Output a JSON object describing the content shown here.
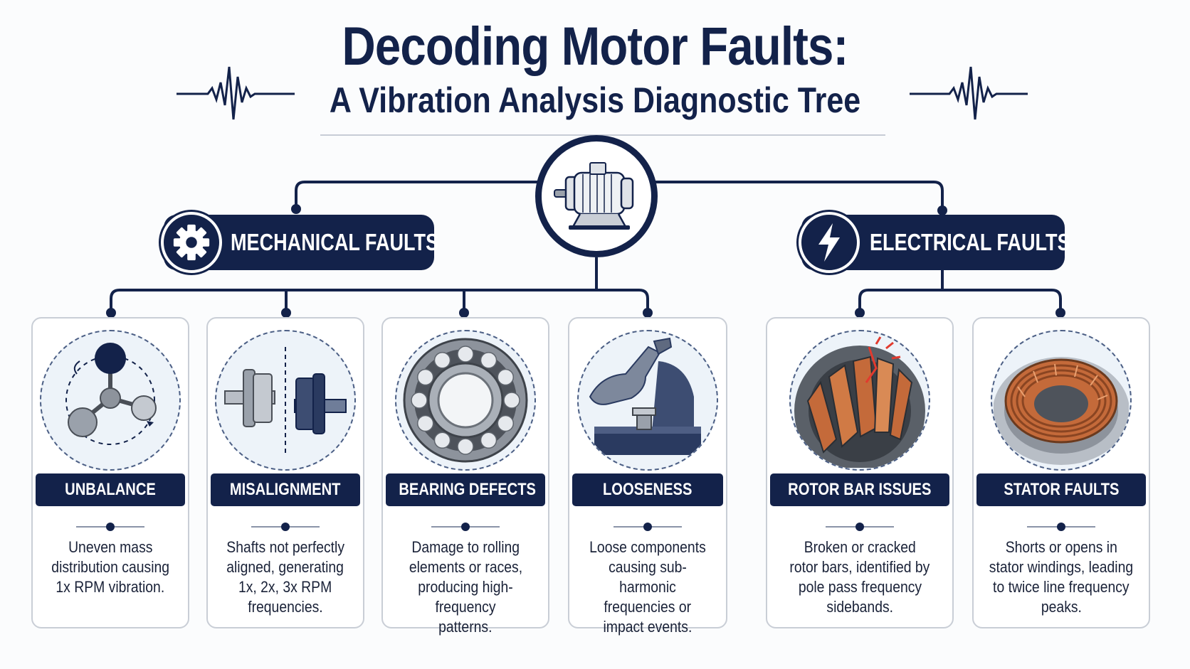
{
  "header": {
    "title": "Decoding Motor Faults:",
    "subtitle": "A Vibration Analysis Diagnostic Tree"
  },
  "colors": {
    "navy": "#13224a",
    "copper": "#c46a3a",
    "steel": "#9aa1ab"
  },
  "hub": {
    "icon": "electric-motor-icon"
  },
  "branches": {
    "mechanical": {
      "label": "MECHANICAL FAULTS",
      "icon": "gear-icon"
    },
    "electrical": {
      "label": "ELECTRICAL FAULTS",
      "icon": "lightning-bolt-icon"
    }
  },
  "cards": [
    {
      "label": "UNBALANCE",
      "icon": "unbalanced-mass-icon",
      "desc": [
        "Uneven mass",
        "distribution causing",
        "1x RPM vibration."
      ]
    },
    {
      "label": "MISALIGNMENT",
      "icon": "shaft-coupling-icon",
      "desc": [
        "Shafts not perfectly",
        "aligned, generating",
        "1x, 2x, 3x RPM",
        "frequencies."
      ]
    },
    {
      "label": "BEARING DEFECTS",
      "icon": "ball-bearing-icon",
      "desc": [
        "Damage to rolling",
        "elements or races,",
        "producing high-frequency",
        "patterns."
      ]
    },
    {
      "label": "LOOSENESS",
      "icon": "loose-bolt-icon",
      "desc": [
        "Loose components",
        "causing sub-harmonic",
        "frequencies or",
        "impact events."
      ]
    },
    {
      "label": "ROTOR BAR ISSUES",
      "icon": "rotor-bars-icon",
      "desc": [
        "Broken or cracked",
        "rotor bars, identified by",
        "pole pass frequency",
        "sidebands."
      ]
    },
    {
      "label": "STATOR FAULTS",
      "icon": "stator-winding-icon",
      "desc": [
        "Shorts or opens in",
        "stator windings, leading",
        "to twice line frequency",
        "peaks."
      ]
    }
  ]
}
